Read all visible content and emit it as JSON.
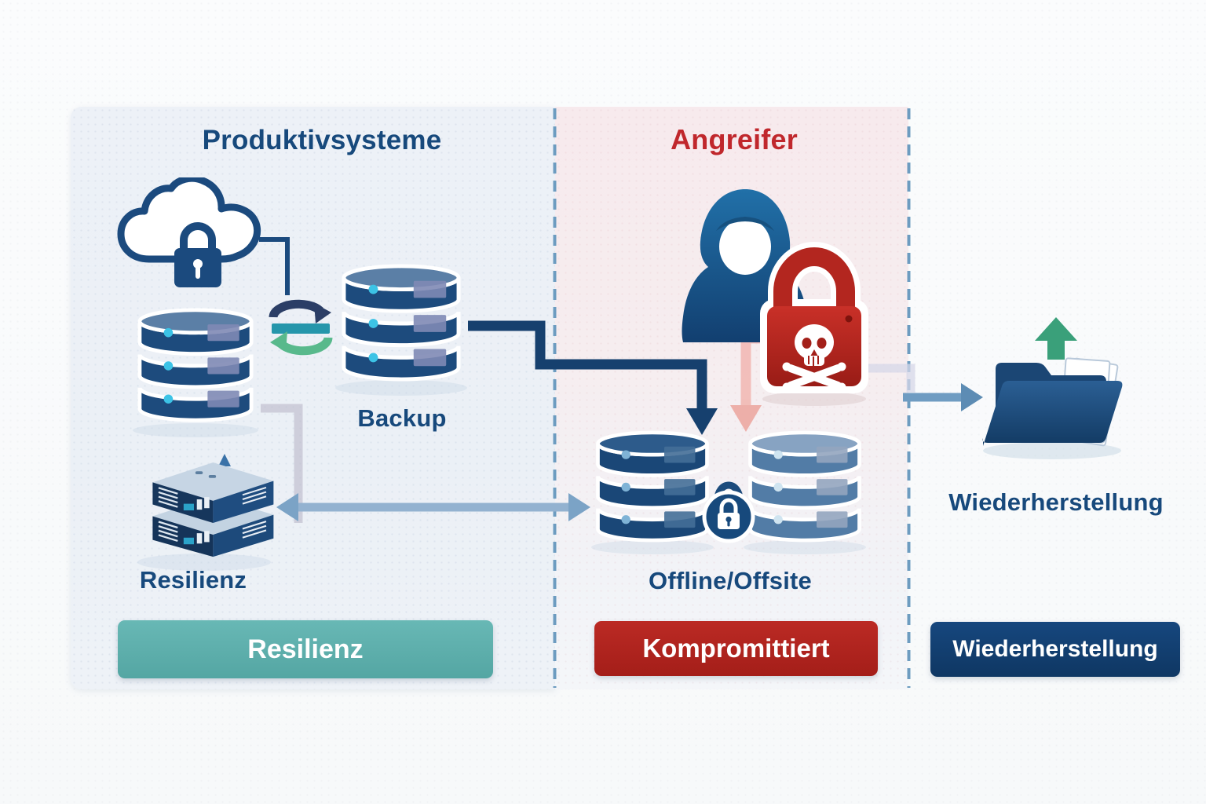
{
  "diagram": {
    "production_panel": {
      "title": "Produktivsysteme",
      "backup_label": "Backup",
      "resilience_label": "Resilienz",
      "banner": "Resilienz"
    },
    "attacker_panel": {
      "title": "Angreifer",
      "storage_label": "Offline/Offsite",
      "banner": "Kompromittiert"
    },
    "recovery_section": {
      "label": "Wiederherstellung",
      "banner": "Wiederherstellung"
    },
    "icons": {
      "cloud_lock": "secured-cloud-with-padlock",
      "sync": "backup-sync-arrows",
      "production_database": "database-stack",
      "backup_database": "database-stack",
      "resilience_server": "isometric-server-stack",
      "attacker": "hooded-hacker-figure",
      "ransomware_lock": "red-padlock-skull-crossbones",
      "offline_database_left": "database-stack",
      "offline_database_right": "database-stack",
      "offline_lock_badge": "circular-lock-badge",
      "restore_folder": "open-folder-with-documents",
      "restore_arrow": "green-up-arrow"
    },
    "flows": [
      {
        "from": "cloud",
        "to": "sync",
        "style": "navy-line"
      },
      {
        "from": "backup-database",
        "to": "offline-storage",
        "style": "navy-arrow"
      },
      {
        "from": "ransomware-lock",
        "to": "offline-storage",
        "style": "pink-arrow-blocked"
      },
      {
        "from": "offline-storage",
        "to": "resilience-server",
        "style": "double-headed-arrow"
      },
      {
        "from": "ransomware-lock",
        "to": "restore-folder",
        "style": "blue-arrow"
      }
    ],
    "colors": {
      "navy_text": "#17497c",
      "red_title": "#c0272c",
      "banner_teal": "#5fb1ae",
      "banner_red": "#b3241f",
      "banner_navy": "#123f72",
      "panel_production_bg": "#edf1f7",
      "panel_attacker_bg": "#f8ecee",
      "divider_blue": "#6d9cc0",
      "database_navy": "#1d4b7d",
      "ransomware_red": "#b5251f",
      "restore_green": "#3aa07a"
    }
  }
}
